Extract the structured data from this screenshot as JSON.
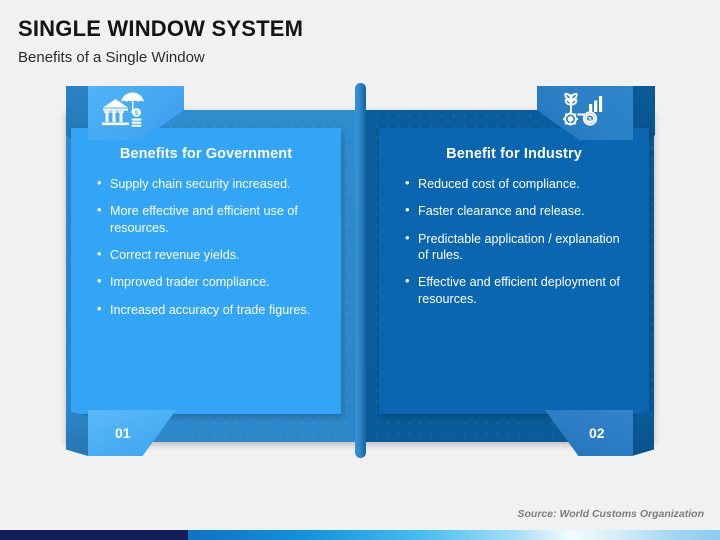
{
  "header": {
    "title": "SINGLE WINDOW SYSTEM",
    "subtitle": "Benefits of a Single Window"
  },
  "colors": {
    "background": "#f1f1f1",
    "left_card": "#33a5f7",
    "left_backplate": "#2f8ccd",
    "left_tab": "#4fb3f8",
    "right_card": "#0a66b0",
    "right_backplate": "#0a5d9c",
    "right_tab": "#2f86cc",
    "spine": "#2f85c9",
    "title_text": "#141414",
    "source_text": "#7d7d7d",
    "footer_navy": "#111f5c"
  },
  "panels": [
    {
      "id": "government",
      "number": "01",
      "heading": "Benefits for Government",
      "icon": "bank-umbrella-coins-icon",
      "bullets": [
        "Supply chain security increased.",
        "More effective and efficient use of resources.",
        "Correct revenue yields.",
        "Improved trader compliance.",
        "Increased accuracy of trade figures."
      ]
    },
    {
      "id": "industry",
      "number": "02",
      "heading": "Benefit for Industry",
      "icon": "growth-gear-chart-dollar-icon",
      "bullets": [
        "Reduced cost of compliance.",
        "Faster clearance and release.",
        "Predictable application / explanation of rules.",
        "Effective and efficient deployment of resources."
      ]
    }
  ],
  "footer": {
    "source": "Source: World Customs Organization"
  }
}
